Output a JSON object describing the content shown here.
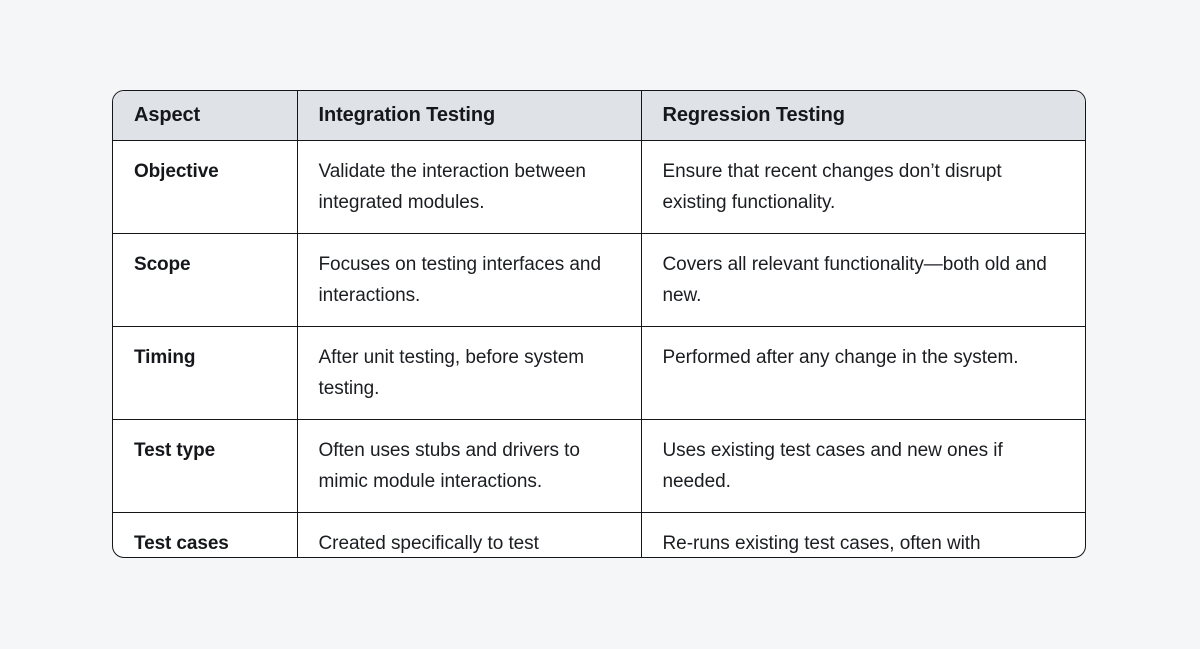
{
  "theme": {
    "page_background": "#f5f6f8",
    "table_background": "#ffffff",
    "header_background": "#dfe3e8",
    "border_color": "#14161a",
    "header_text_color": "#15171b",
    "body_text_color": "#1b1d21"
  },
  "table": {
    "headers": [
      "Aspect",
      "Integration Testing",
      "Regression Testing"
    ],
    "rows": [
      {
        "aspect": "Objective",
        "integration": "Validate the interaction between integrated modules.",
        "regression": "Ensure that recent changes don’t disrupt existing functionality."
      },
      {
        "aspect": "Scope",
        "integration": "Focuses on testing interfaces and interactions.",
        "regression": "Covers all relevant functionality—both old and new."
      },
      {
        "aspect": "Timing",
        "integration": "After unit testing, before system testing.",
        "regression": "Performed after any change in the system."
      },
      {
        "aspect": "Test type",
        "integration": "Often uses stubs and drivers to mimic module interactions.",
        "regression": "Uses existing test cases and new ones if needed."
      },
      {
        "aspect": "Test cases",
        "integration": "Created specifically to test connections and flows.",
        "regression": "Re-runs existing test cases, often with automation."
      }
    ]
  }
}
